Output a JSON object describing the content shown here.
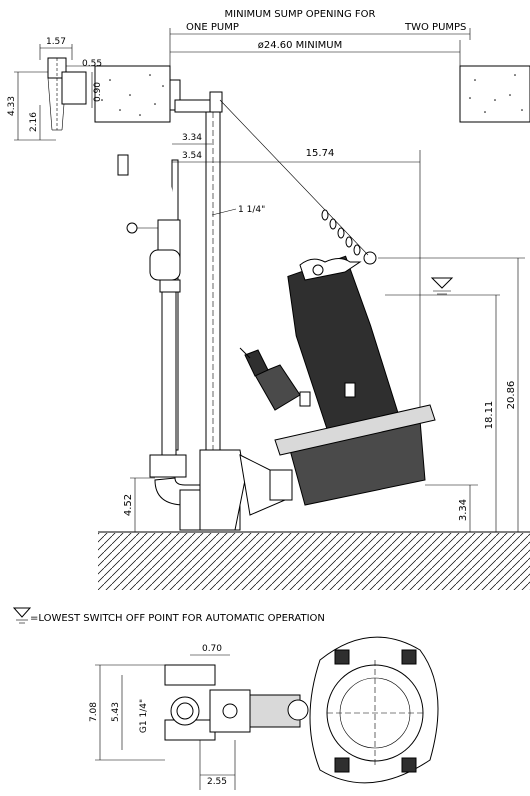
{
  "header": {
    "minimum_sump_opening": "MINIMUM SUMP OPENING FOR",
    "one_pump": "ONE PUMP",
    "two_pumps": "TWO PUMPS",
    "min_diameter": "ø24.60 MINIMUM"
  },
  "dimensions": {
    "d_1_57": "1.57",
    "d_0_55": "0.55",
    "d_4_33": "4.33",
    "d_2_16": "2.16",
    "d_0_90": "0.90",
    "d_3_34_top": "3.34",
    "d_3_54": "3.54",
    "d_15_74": "15.74",
    "pipe_size": "1 1/4\"",
    "d_20_86": "20.86",
    "d_18_11": "18.11",
    "d_4_52": "4.52",
    "d_3_34_bottom": "3.34",
    "d_0_70": "0.70",
    "d_7_08": "7.08",
    "d_5_43": "5.43",
    "g_thread": "G1 1/4\"",
    "d_2_55": "2.55"
  },
  "legend": {
    "switch_off_note": "=LOWEST SWITCH OFF POINT FOR AUTOMATIC OPERATION"
  }
}
